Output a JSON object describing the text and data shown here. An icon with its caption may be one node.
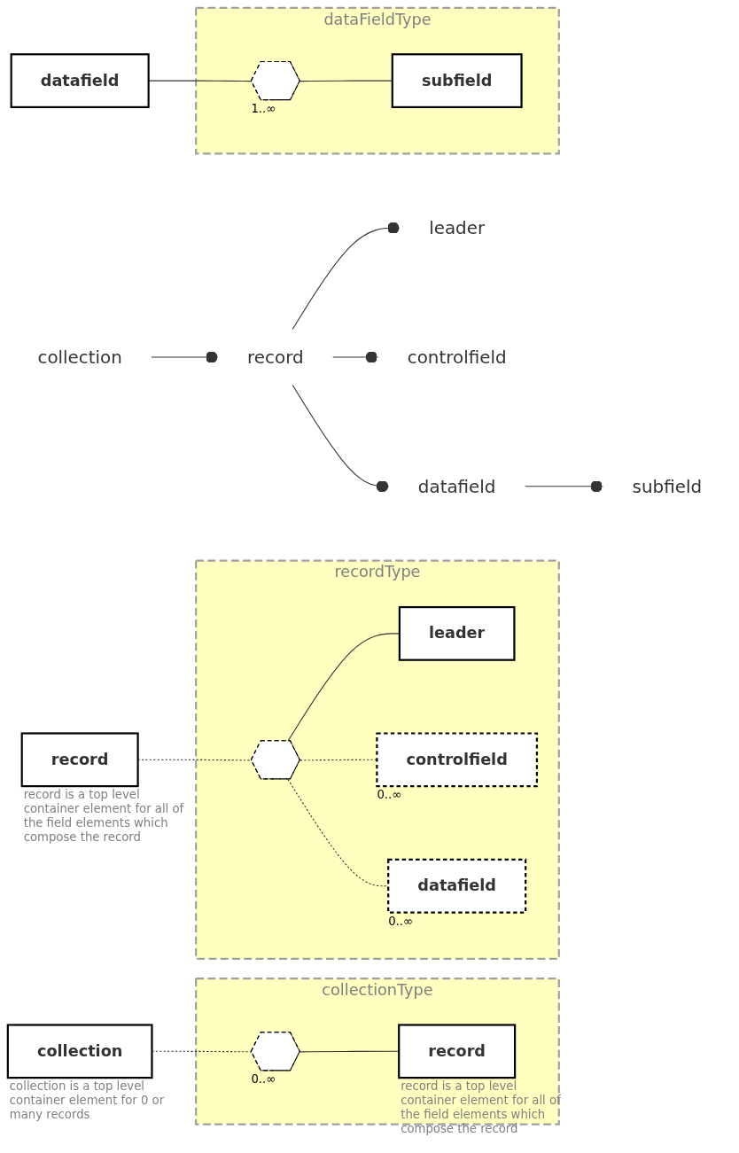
{
  "diagram": {
    "nodes": [
      {
        "text": [
          "collection"
        ]
      },
      {
        "text": [
          "record"
        ]
      },
      {
        "text": [
          "leader"
        ]
      },
      {
        "text": [
          "controlfield"
        ]
      },
      {
        "text": [
          "datafield"
        ]
      },
      {
        "text": [
          "subfield"
        ]
      },
      {
        "text": [
          "collection"
        ],
        "beside": [
          "collection is a top level container element for 0 or many records"
        ]
      },
      {
        "text": [
          "collectionType"
        ]
      },
      {
        "text": [],
        "shape": "octagon",
        "in": 7,
        "beside": [
          "0..∞"
        ]
      },
      {
        "text": [
          "record"
        ],
        "in": 7,
        "beside": [
          "record is a top level container element for all of the field elements which compose the record"
        ]
      },
      {
        "text": [
          "record"
        ],
        "beside": [
          "record is a top level container element for all of the field elements which compose the record"
        ]
      },
      {
        "text": [
          "recordType"
        ]
      },
      {
        "text": [],
        "shape": "octagon",
        "in": 11
      },
      {
        "text": [
          "leader"
        ],
        "in": 11
      },
      {
        "text": [
          "controlfield"
        ],
        "in": 11,
        "beside": [
          "0..∞"
        ]
      },
      {
        "text": [
          "datafield"
        ],
        "in": 11,
        "beside": [
          "0..∞"
        ]
      },
      {
        "text": [
          "datafield"
        ]
      },
      {
        "text": [
          "dataFieldType"
        ]
      },
      {
        "text": [],
        "shape": "octagon",
        "in": 17,
        "beside": [
          "1..∞"
        ]
      },
      {
        "text": [
          "subfield"
        ],
        "in": 17
      }
    ],
    "edges": [
      {
        "from": 0,
        "to": 1,
        "arrow": "other"
      },
      {
        "from": 1,
        "to": 2,
        "arrow": "other"
      },
      {
        "from": 1,
        "to": 3,
        "arrow": "other"
      },
      {
        "from": 1,
        "to": 4,
        "arrow": "other"
      },
      {
        "from": 4,
        "to": 5,
        "arrow": "other"
      },
      {
        "from": 6,
        "to": 8,
        "arrow": "none",
        "style": "dashed"
      },
      {
        "from": 8,
        "to": 9,
        "arrow": "none"
      },
      {
        "from": 10,
        "to": 12,
        "arrow": "none",
        "style": "dashed"
      },
      {
        "from": 12,
        "to": 13,
        "arrow": "none"
      },
      {
        "from": 12,
        "to": 14,
        "arrow": "none",
        "style": "dashed"
      },
      {
        "from": 12,
        "to": 15,
        "arrow": "none",
        "style": "dashed"
      },
      {
        "from": 16,
        "to": 18,
        "arrow": "none"
      },
      {
        "from": 18,
        "to": 19,
        "arrow": "none"
      }
    ]
  }
}
